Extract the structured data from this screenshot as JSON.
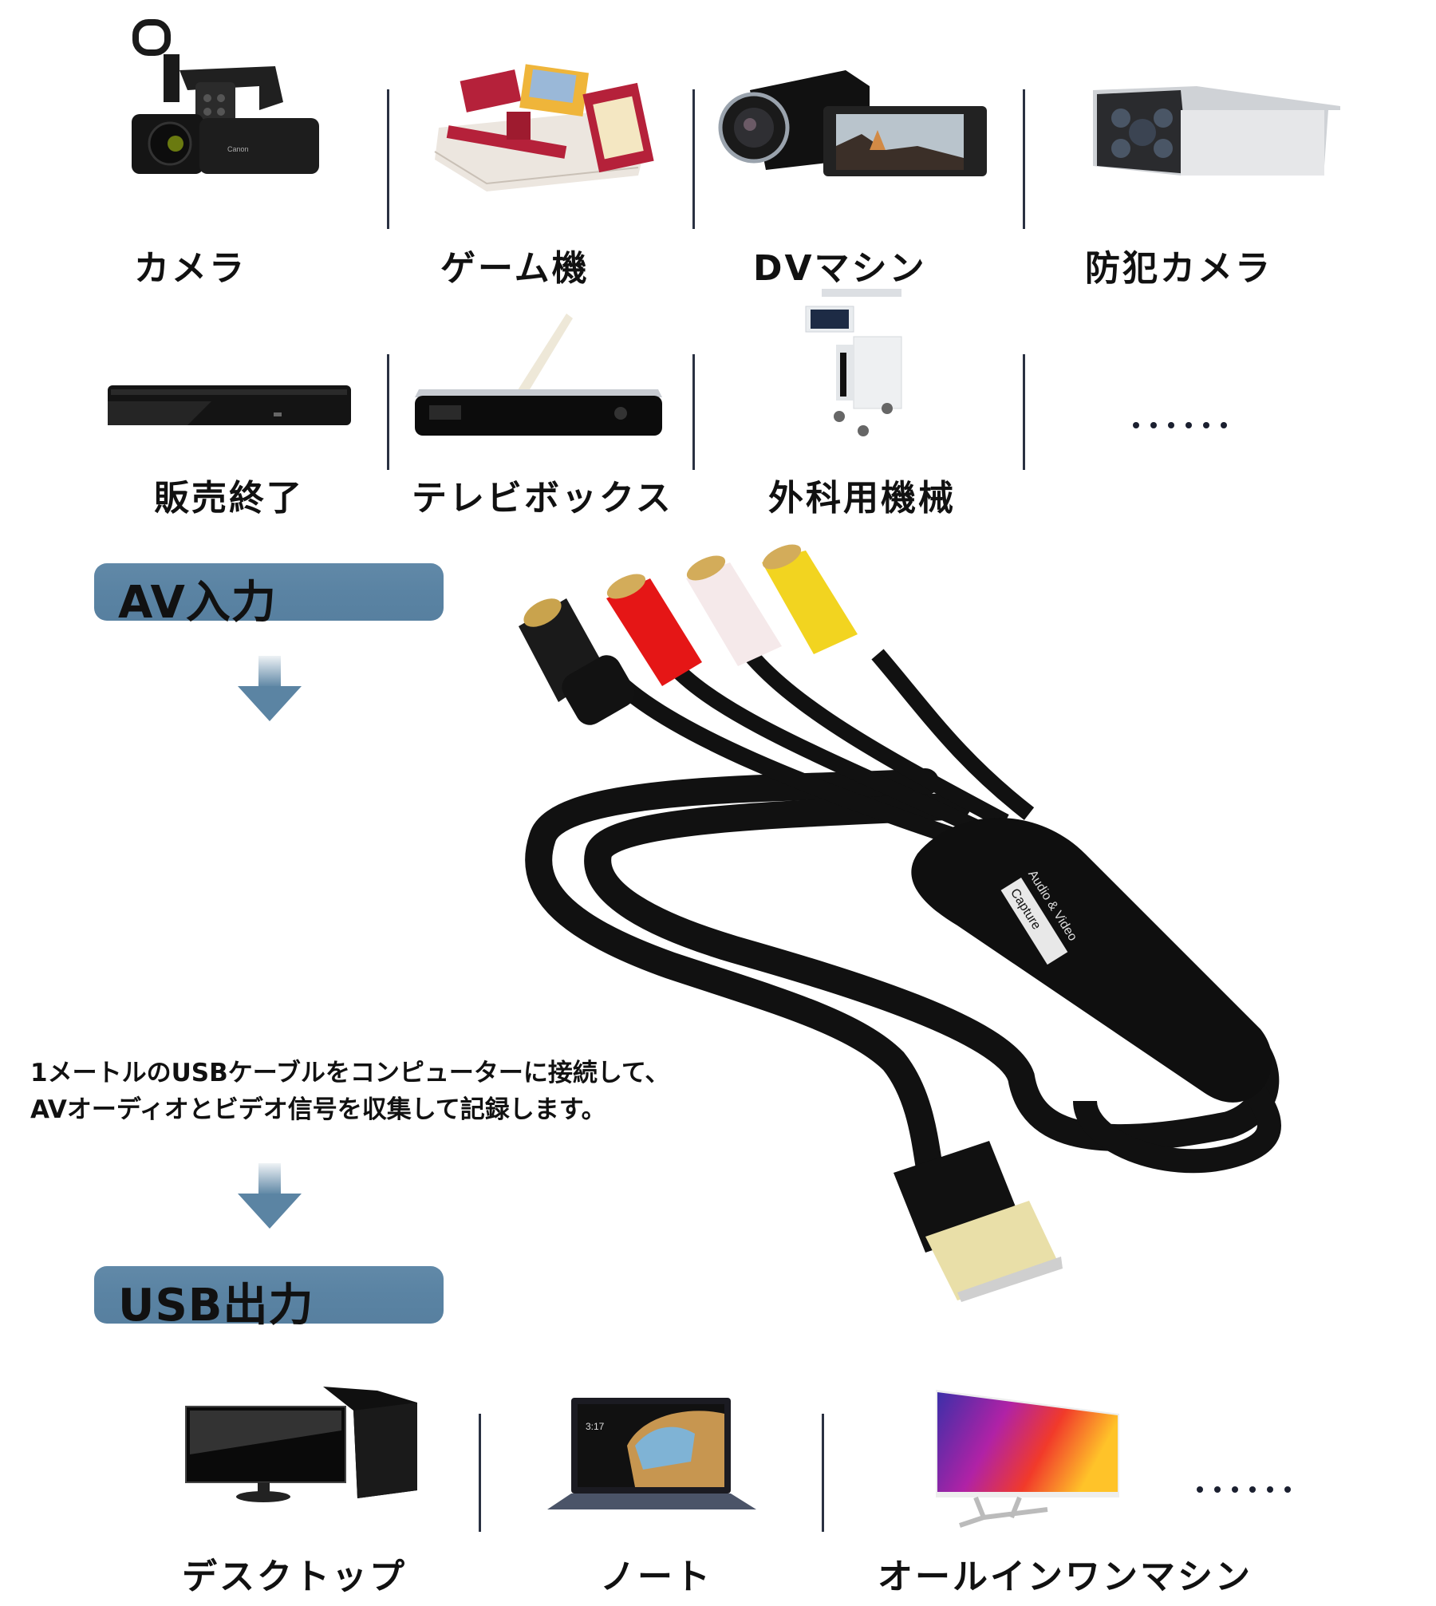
{
  "input_devices": {
    "row1": [
      {
        "label": "カメラ",
        "icon": "pro-camcorder-icon"
      },
      {
        "label": "ゲーム機",
        "icon": "game-console-icon"
      },
      {
        "label": "DVマシン",
        "icon": "dv-camcorder-icon"
      },
      {
        "label": "防犯カメラ",
        "icon": "security-camera-icon"
      }
    ],
    "row2": [
      {
        "label": "販売終了",
        "icon": "dvd-player-icon"
      },
      {
        "label": "テレビボックス",
        "icon": "tv-box-icon"
      },
      {
        "label": "外科用機械",
        "icon": "surgical-machine-icon"
      },
      {
        "label": "",
        "icon": "ellipsis-icon"
      }
    ]
  },
  "flow": {
    "input_badge": "AV入力",
    "output_badge": "USB出力",
    "description_line1": "1メートルのUSBケーブルをコンピューターに接続して、",
    "description_line2": "AVオーディオとビデオ信号を収集して記録します。",
    "accent_color": "#5b84a3"
  },
  "product": {
    "device_label_line1": "Audio & Video",
    "device_label_line2": "Capture",
    "connectors": [
      "S-Video",
      "Red RCA",
      "White RCA",
      "Yellow RCA",
      "USB-A"
    ]
  },
  "output_devices": [
    {
      "label": "デスクトップ",
      "icon": "desktop-pc-icon"
    },
    {
      "label": "ノート",
      "icon": "laptop-icon"
    },
    {
      "label": "オールインワンマシン",
      "icon": "all-in-one-pc-icon"
    },
    {
      "label": "",
      "icon": "ellipsis-icon"
    }
  ]
}
